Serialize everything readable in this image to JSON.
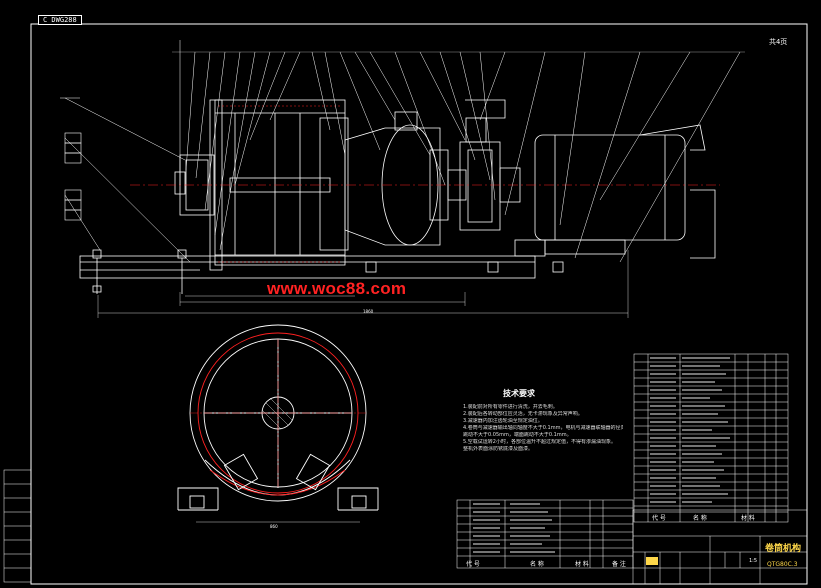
{
  "header": {
    "tag": "C DWG288",
    "page_no": "共4页"
  },
  "watermark": "www.woc88.com",
  "technical_requirements": {
    "title": "技术要求",
    "notes": [
      "1.装配前对所有零件进行清洗，并去毛刺。",
      "2.装配后各转动部位应灵活，无卡滞现象及异常声响。",
      "3.减速器内加注齿轮油至规定油位。",
      "4.卷筒与减速器输出轴同轴度不大于0.1mm，电机与减速器联轴器的径向",
      "  跳动不大于0.05mm，端面跳动不大于0.1mm。",
      "5.空载试运转2小时，各部位温升不超过规定值，不得有渗漏油现象。",
      "  整机外表面涂防锈底漆及面漆。"
    ]
  },
  "title_block": {
    "drawing_title": "卷筒机构",
    "drawing_no": "QTG80C.3",
    "scale": "1:5",
    "code_header": "代 号",
    "name_header": "名 称",
    "material_header": "材 料",
    "remark_header": "备 注"
  },
  "bom": {
    "code_header": "代 号",
    "name_header": "名 称",
    "material_header": "材 料"
  },
  "dimensions": {
    "total_length": "1860",
    "bottom_width": "860"
  },
  "colors": {
    "background": "#000000",
    "line": "#ffffff",
    "center_line": "#ff2020",
    "leader": "#ffffff",
    "watermark": "#ff2222",
    "highlight": "#ffd84a"
  }
}
